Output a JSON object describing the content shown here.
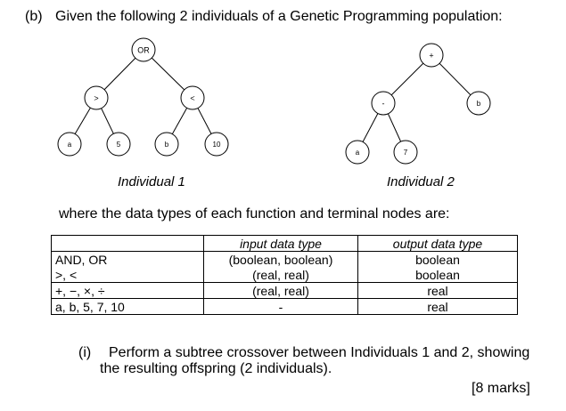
{
  "question": {
    "label": "(b)",
    "text": "Given the following 2 individuals of a Genetic Programming population:"
  },
  "individual_1": {
    "caption": "Individual 1",
    "root": "OR",
    "left_op": ">",
    "right_op": "<",
    "leaves": [
      "a",
      "5",
      "b",
      "10"
    ]
  },
  "individual_2": {
    "caption": "Individual 2",
    "root": "+",
    "left_op": "-",
    "right_leaf": "b",
    "leaves": [
      "a",
      "7"
    ]
  },
  "types_intro": "where the data types of each function and terminal nodes are:",
  "types_table": {
    "headers": [
      "",
      "input data type",
      "output data type"
    ],
    "rows": [
      [
        "AND, OR",
        "(boolean, boolean)",
        "boolean"
      ],
      [
        ">, <",
        "(real, real)",
        "boolean"
      ],
      [
        "+, −, ×, ÷",
        "(real, real)",
        "real"
      ],
      [
        "a, b, 5, 7, 10",
        "-",
        "real"
      ]
    ]
  },
  "subquestion": {
    "label": "(i)",
    "line1": "Perform a subtree crossover between Individuals 1 and 2, showing",
    "line2": "the resulting offspring (2 individuals)."
  },
  "marks": "[8 marks]"
}
